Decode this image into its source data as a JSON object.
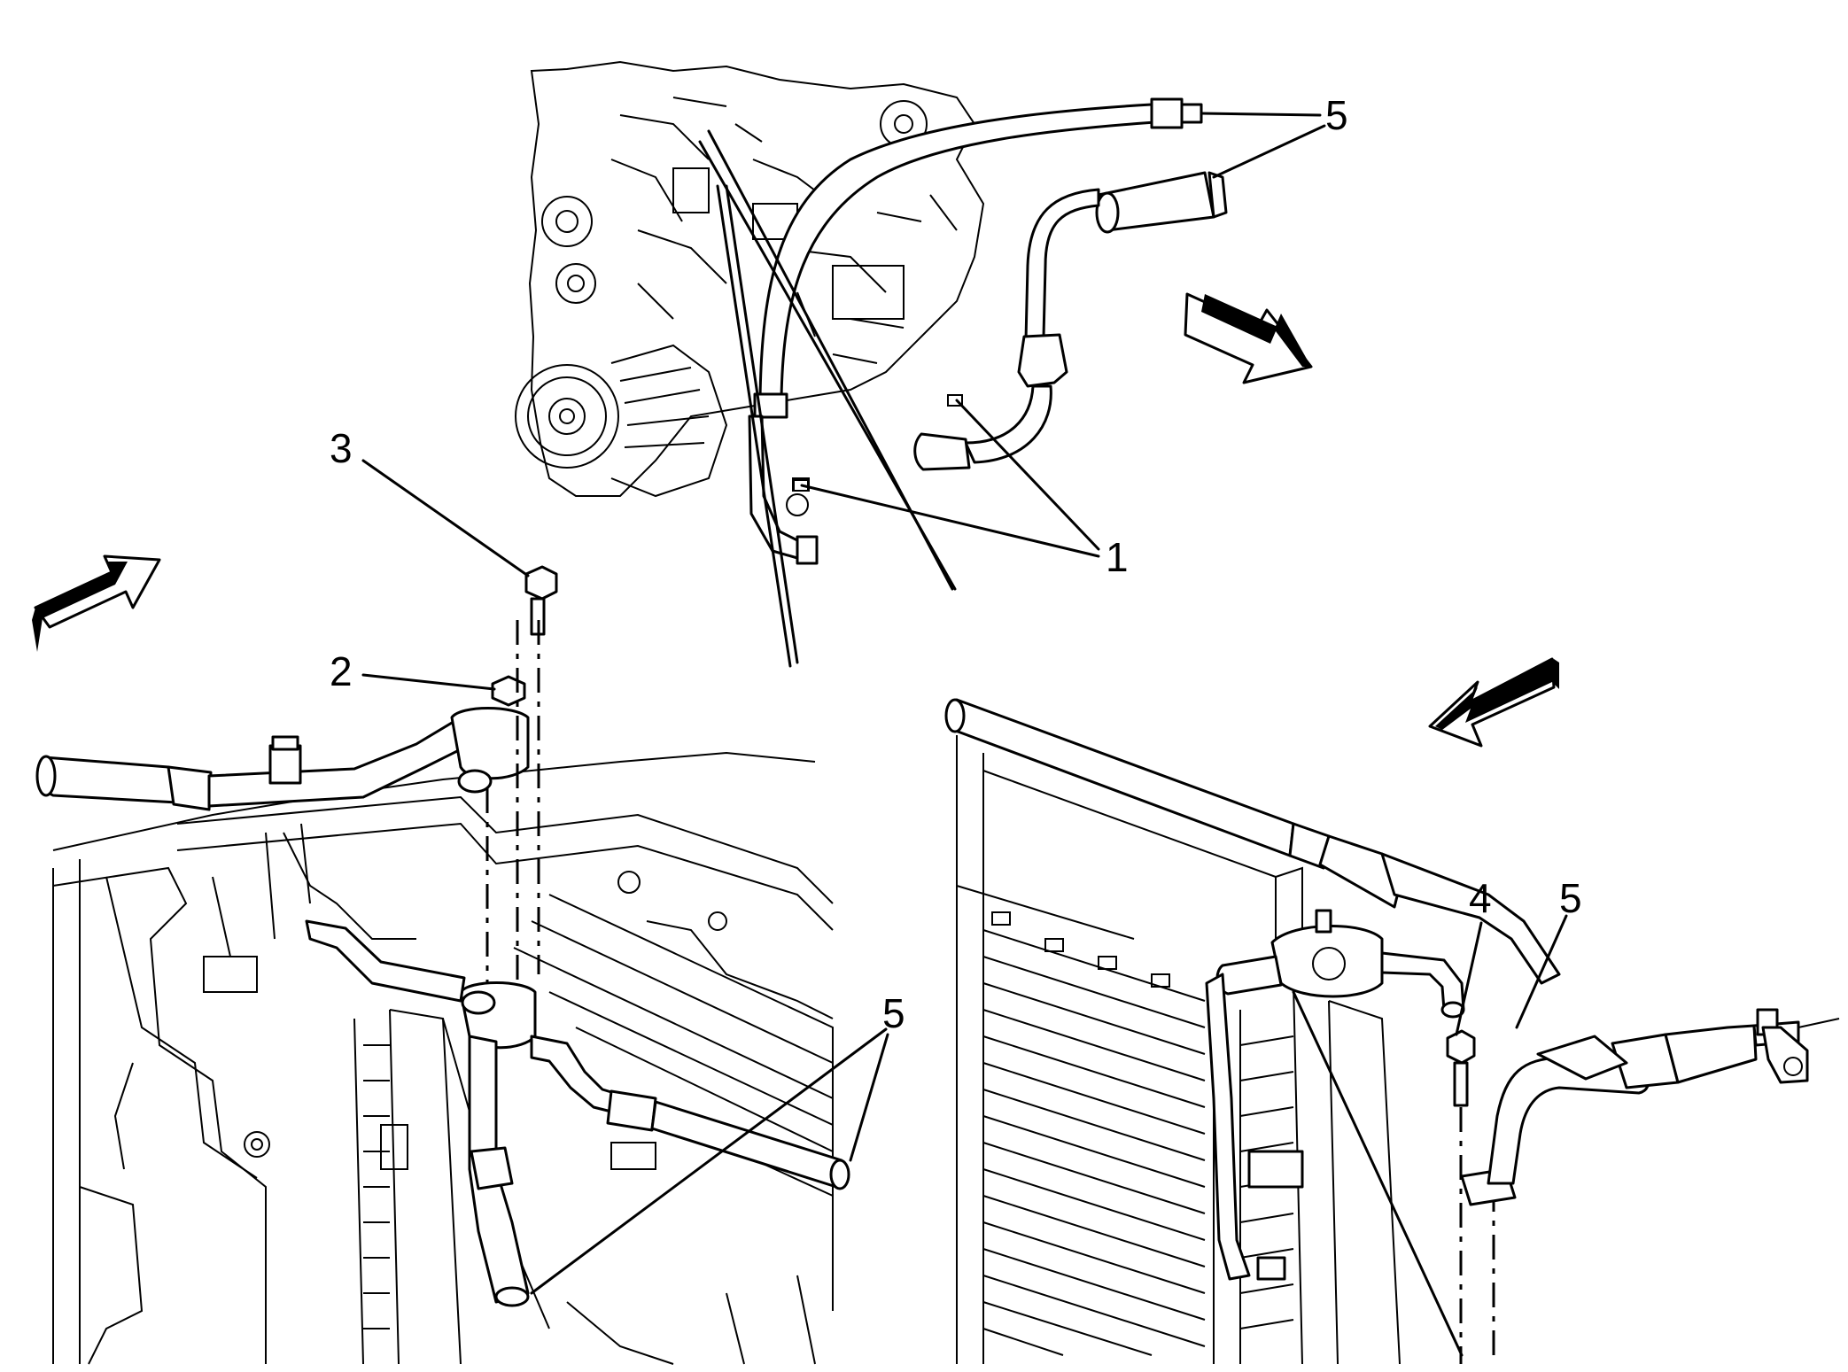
{
  "callouts": {
    "c1": "1",
    "c2": "2",
    "c3": "3",
    "c4": "4",
    "c5_top": "5",
    "c5_left": "5",
    "c5_right": "5"
  },
  "colors": {
    "line": "#000000",
    "background": "#ffffff"
  },
  "icons": [
    "direction-arrow-icon",
    "direction-arrow-icon",
    "direction-arrow-icon"
  ]
}
